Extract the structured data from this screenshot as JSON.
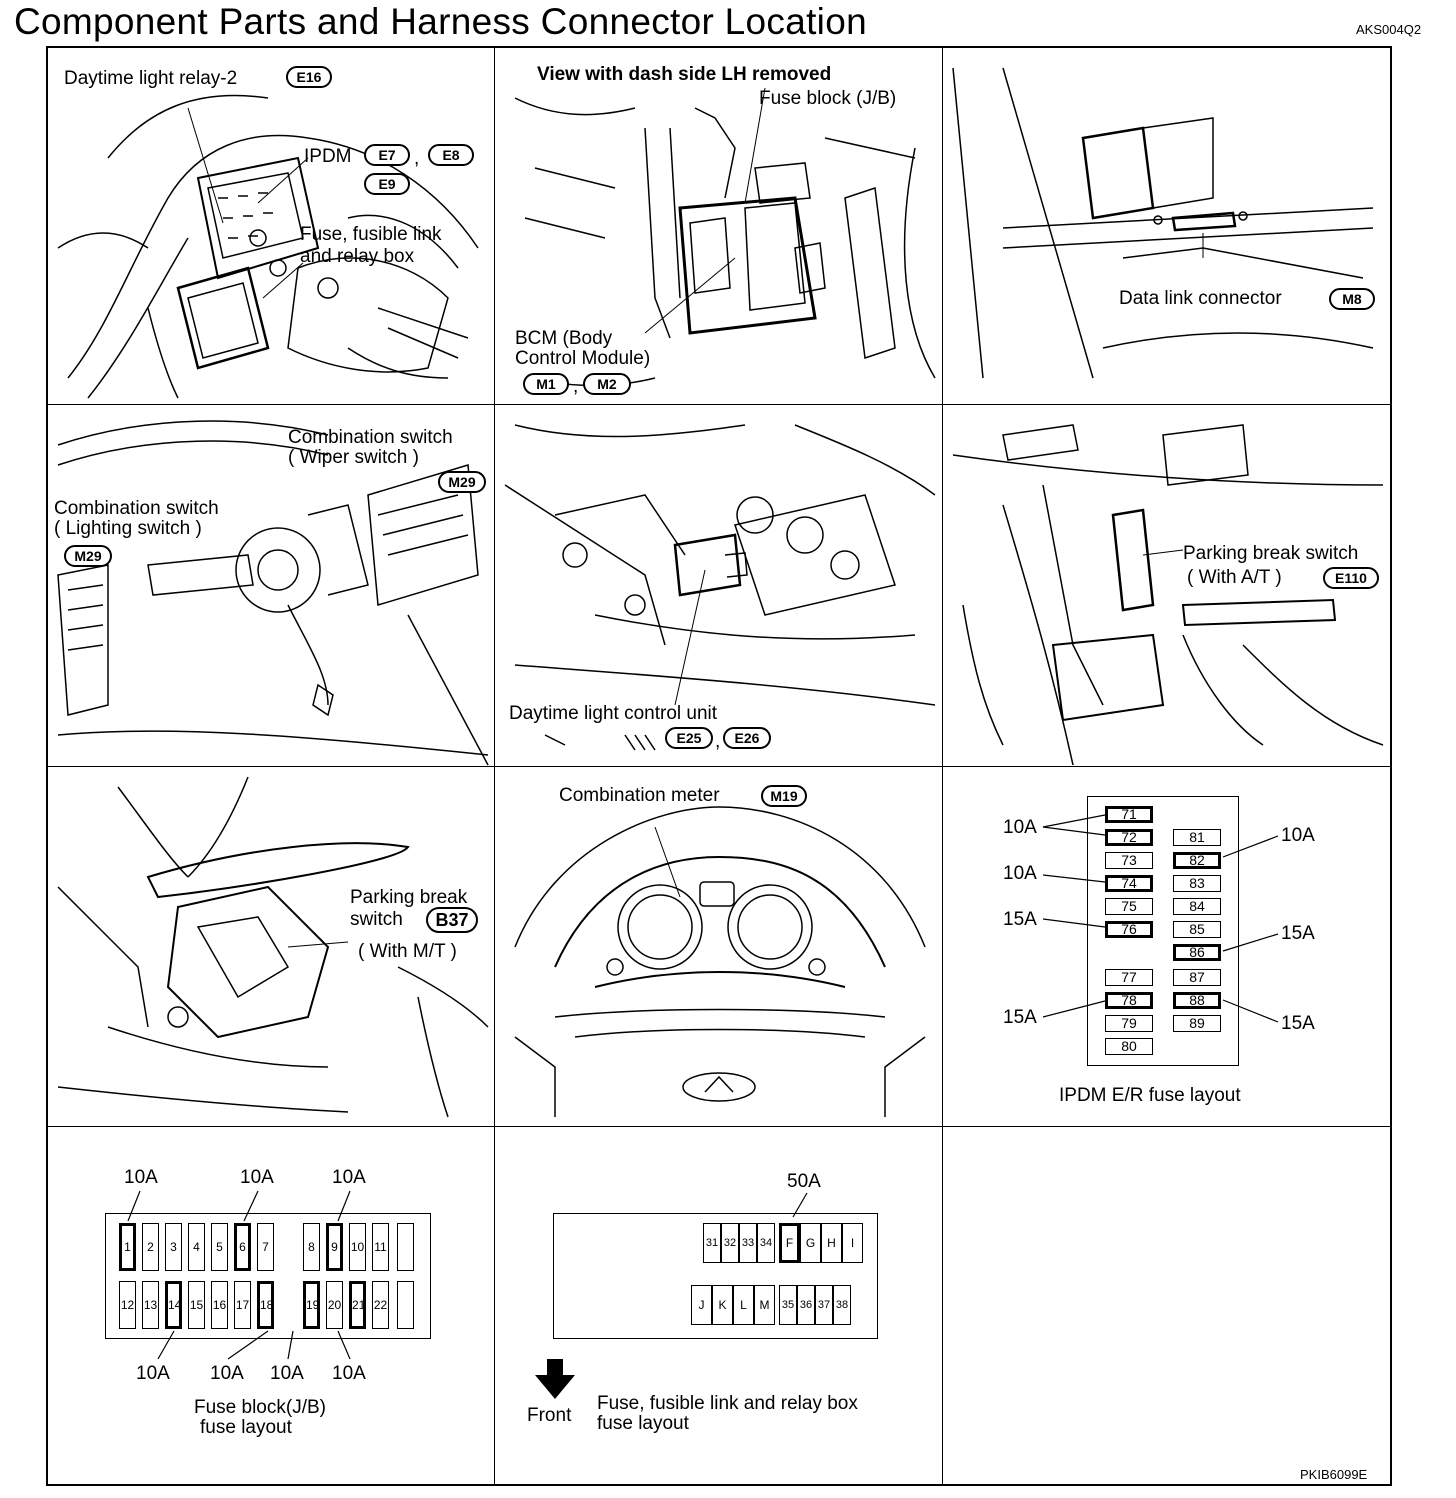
{
  "title": "Component Parts and Harness Connector Location",
  "ref_code": "AKS004Q2",
  "footer_code": "PKIB6099E",
  "panels": {
    "p1": {
      "relay_label": "Daytime light relay-2",
      "relay_conn": "E16",
      "ipdm_label": "IPDM",
      "ipdm_conns": [
        "E7",
        "E8",
        "E9"
      ],
      "sep": ",",
      "fuse_box_line1": "Fuse, fusible link",
      "fuse_box_line2": "and relay box"
    },
    "p2": {
      "view_title": "View with dash side LH removed",
      "fuse_block": "Fuse block (J/B)",
      "bcm_line1": "BCM (Body",
      "bcm_line2": "Control Module)",
      "bcm_conns": [
        "M1",
        "M2"
      ],
      "sep": ","
    },
    "p3": {
      "dlc_label": "Data link connector",
      "dlc_conn": "M8"
    },
    "p4": {
      "wiper_line1": "Combination switch",
      "wiper_line2": "( Wiper switch )",
      "wiper_conn": "M29",
      "light_line1": "Combination switch",
      "light_line2": "( Lighting switch )",
      "light_conn": "M29"
    },
    "p5": {
      "dlcu_label": "Daytime light control unit",
      "dlcu_conns": [
        "E25",
        "E26"
      ],
      "sep": ","
    },
    "p6": {
      "pb_label": "Parking break switch",
      "pb_sub": "( With A/T )",
      "pb_conn": "E110"
    },
    "p7": {
      "pb_line1": "Parking break",
      "pb_line2": "switch",
      "pb_conn": "B37",
      "pb_sub": "( With M/T )"
    },
    "p8": {
      "meter_label": "Combination meter",
      "meter_conn": "M19"
    },
    "p9": {
      "caption": "IPDM E/R fuse layout",
      "left_col": [
        {
          "n": "71",
          "t": true
        },
        {
          "n": "72",
          "t": true
        },
        {
          "n": "73",
          "t": false
        },
        {
          "n": "74",
          "t": true
        },
        {
          "n": "75",
          "t": false
        },
        {
          "n": "76",
          "t": true
        },
        {
          "n": "77",
          "t": false
        },
        {
          "n": "78",
          "t": true
        },
        {
          "n": "79",
          "t": false
        },
        {
          "n": "80",
          "t": false
        }
      ],
      "right_col": [
        {
          "n": "81",
          "t": false
        },
        {
          "n": "82",
          "t": true
        },
        {
          "n": "83",
          "t": false
        },
        {
          "n": "84",
          "t": false
        },
        {
          "n": "85",
          "t": false
        },
        {
          "n": "86",
          "t": true
        },
        {
          "n": "87",
          "t": false
        },
        {
          "n": "88",
          "t": true
        },
        {
          "n": "89",
          "t": false
        }
      ],
      "amps": {
        "a1": "10A",
        "a2": "10A",
        "a3": "10A",
        "a4": "15A",
        "a5": "15A",
        "a6": "15A",
        "a7": "15A"
      }
    },
    "p10": {
      "caption_line1": "Fuse block(J/B)",
      "caption_line2": "fuse layout",
      "top_row": [
        {
          "n": "1",
          "t": true
        },
        {
          "n": "2",
          "t": false
        },
        {
          "n": "3",
          "t": false
        },
        {
          "n": "4",
          "t": false
        },
        {
          "n": "5",
          "t": false
        },
        {
          "n": "6",
          "t": true
        },
        {
          "n": "7",
          "t": false
        },
        {
          "n": "8",
          "t": false
        },
        {
          "n": "9",
          "t": true
        },
        {
          "n": "10",
          "t": false
        },
        {
          "n": "11",
          "t": false
        },
        {
          "n": "",
          "t": false
        }
      ],
      "bottom_row": [
        {
          "n": "12",
          "t": false
        },
        {
          "n": "13",
          "t": false
        },
        {
          "n": "14",
          "t": true
        },
        {
          "n": "15",
          "t": false
        },
        {
          "n": "16",
          "t": false
        },
        {
          "n": "17",
          "t": false
        },
        {
          "n": "18",
          "t": true
        },
        {
          "n": "19",
          "t": true
        },
        {
          "n": "20",
          "t": false
        },
        {
          "n": "21",
          "t": true
        },
        {
          "n": "22",
          "t": false
        },
        {
          "n": "",
          "t": false
        }
      ],
      "amps_top": [
        "10A",
        "10A",
        "10A"
      ],
      "amps_bottom": [
        "10A",
        "10A",
        "10A",
        "10A"
      ]
    },
    "p11": {
      "caption_line1": "Fuse, fusible link and relay box",
      "caption_line2": "fuse layout",
      "front_label": "Front",
      "amp": "50A",
      "top_small": [
        "31",
        "32",
        "33",
        "34"
      ],
      "top_big": [
        {
          "n": "F",
          "t": true
        },
        {
          "n": "G",
          "t": false
        },
        {
          "n": "H",
          "t": false
        },
        {
          "n": "I",
          "t": false
        }
      ],
      "bottom_big": [
        {
          "n": "J",
          "t": false
        },
        {
          "n": "K",
          "t": false
        },
        {
          "n": "L",
          "t": false
        },
        {
          "n": "M",
          "t": false
        }
      ],
      "bottom_small": [
        "35",
        "36",
        "37",
        "38"
      ]
    }
  }
}
